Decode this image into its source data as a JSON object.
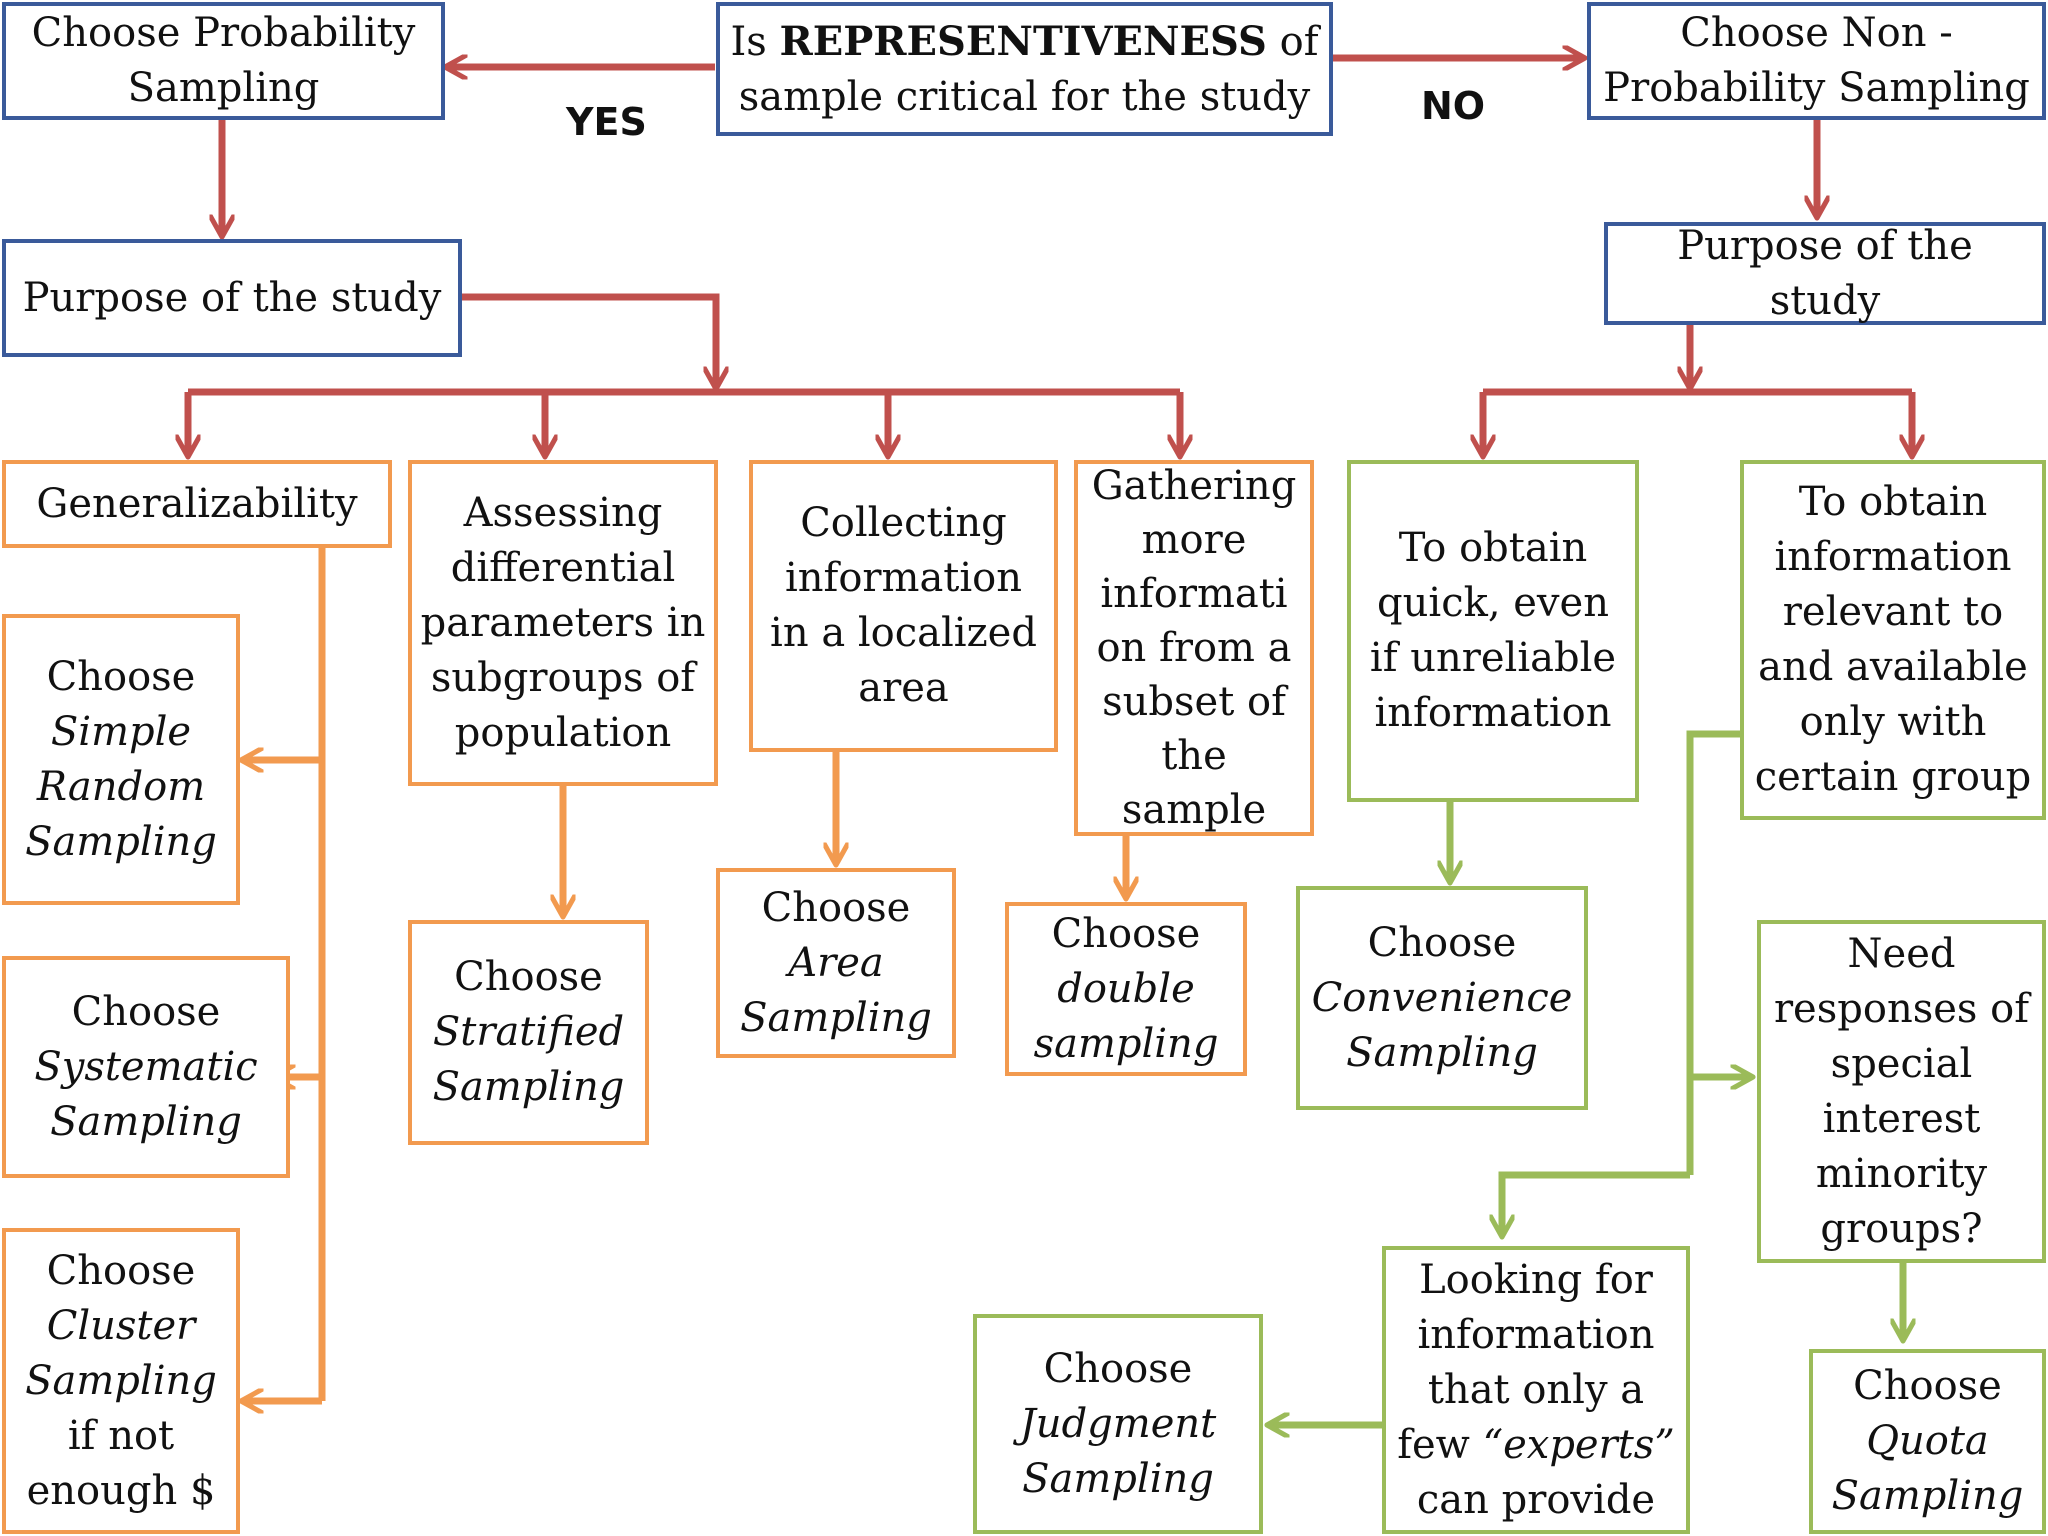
{
  "diagram": {
    "root": {
      "pre": "Is ",
      "bold": "REPRESENTIVENESS",
      "post": " of sample critical for the study"
    },
    "yes_label": "YES",
    "no_label": "NO",
    "prob": {
      "title": "Choose Probability Sampling",
      "purpose": "Purpose of the study"
    },
    "nonprob": {
      "title": "Choose Non - Probability Sampling",
      "purpose": "Purpose of the study"
    },
    "generalizability": "Generalizability",
    "assessing": "Assessing differential parameters in subgroups of population",
    "collecting": "Collecting information in a localized area",
    "gathering": "Gathering more informati on from a subset of the sample",
    "simple": {
      "pre": "Choose",
      "em": "Simple Random Sampling"
    },
    "systematic": {
      "pre": "Choose",
      "em": "Systematic Sampling"
    },
    "cluster": {
      "pre": "Choose",
      "em": "Cluster Sampling",
      "post": "if not enough $"
    },
    "stratified": {
      "pre": "Choose",
      "em": "Stratified Sampling"
    },
    "area": {
      "pre": "Choose",
      "em": "Area Sampling"
    },
    "double": {
      "pre": "Choose",
      "em": "double sampling"
    },
    "quick": "To obtain quick, even if unreliable information",
    "certain": "To obtain information relevant to and available only with certain group",
    "convenience": {
      "pre": "Choose",
      "em": "Convenience Sampling"
    },
    "minority": "Need responses of special interest minority groups?",
    "experts": {
      "pre": "Looking for information that only a few ",
      "em": "“experts”",
      "post": " can provide"
    },
    "judgment": {
      "pre": "Choose",
      "em": "Judgment Sampling"
    },
    "quota": {
      "pre": "Choose",
      "em": "Quota Sampling"
    },
    "colors": {
      "blue": "#3a5a9a",
      "red": "#c0504d",
      "orange": "#f29a4f",
      "green": "#9bbb59"
    }
  }
}
